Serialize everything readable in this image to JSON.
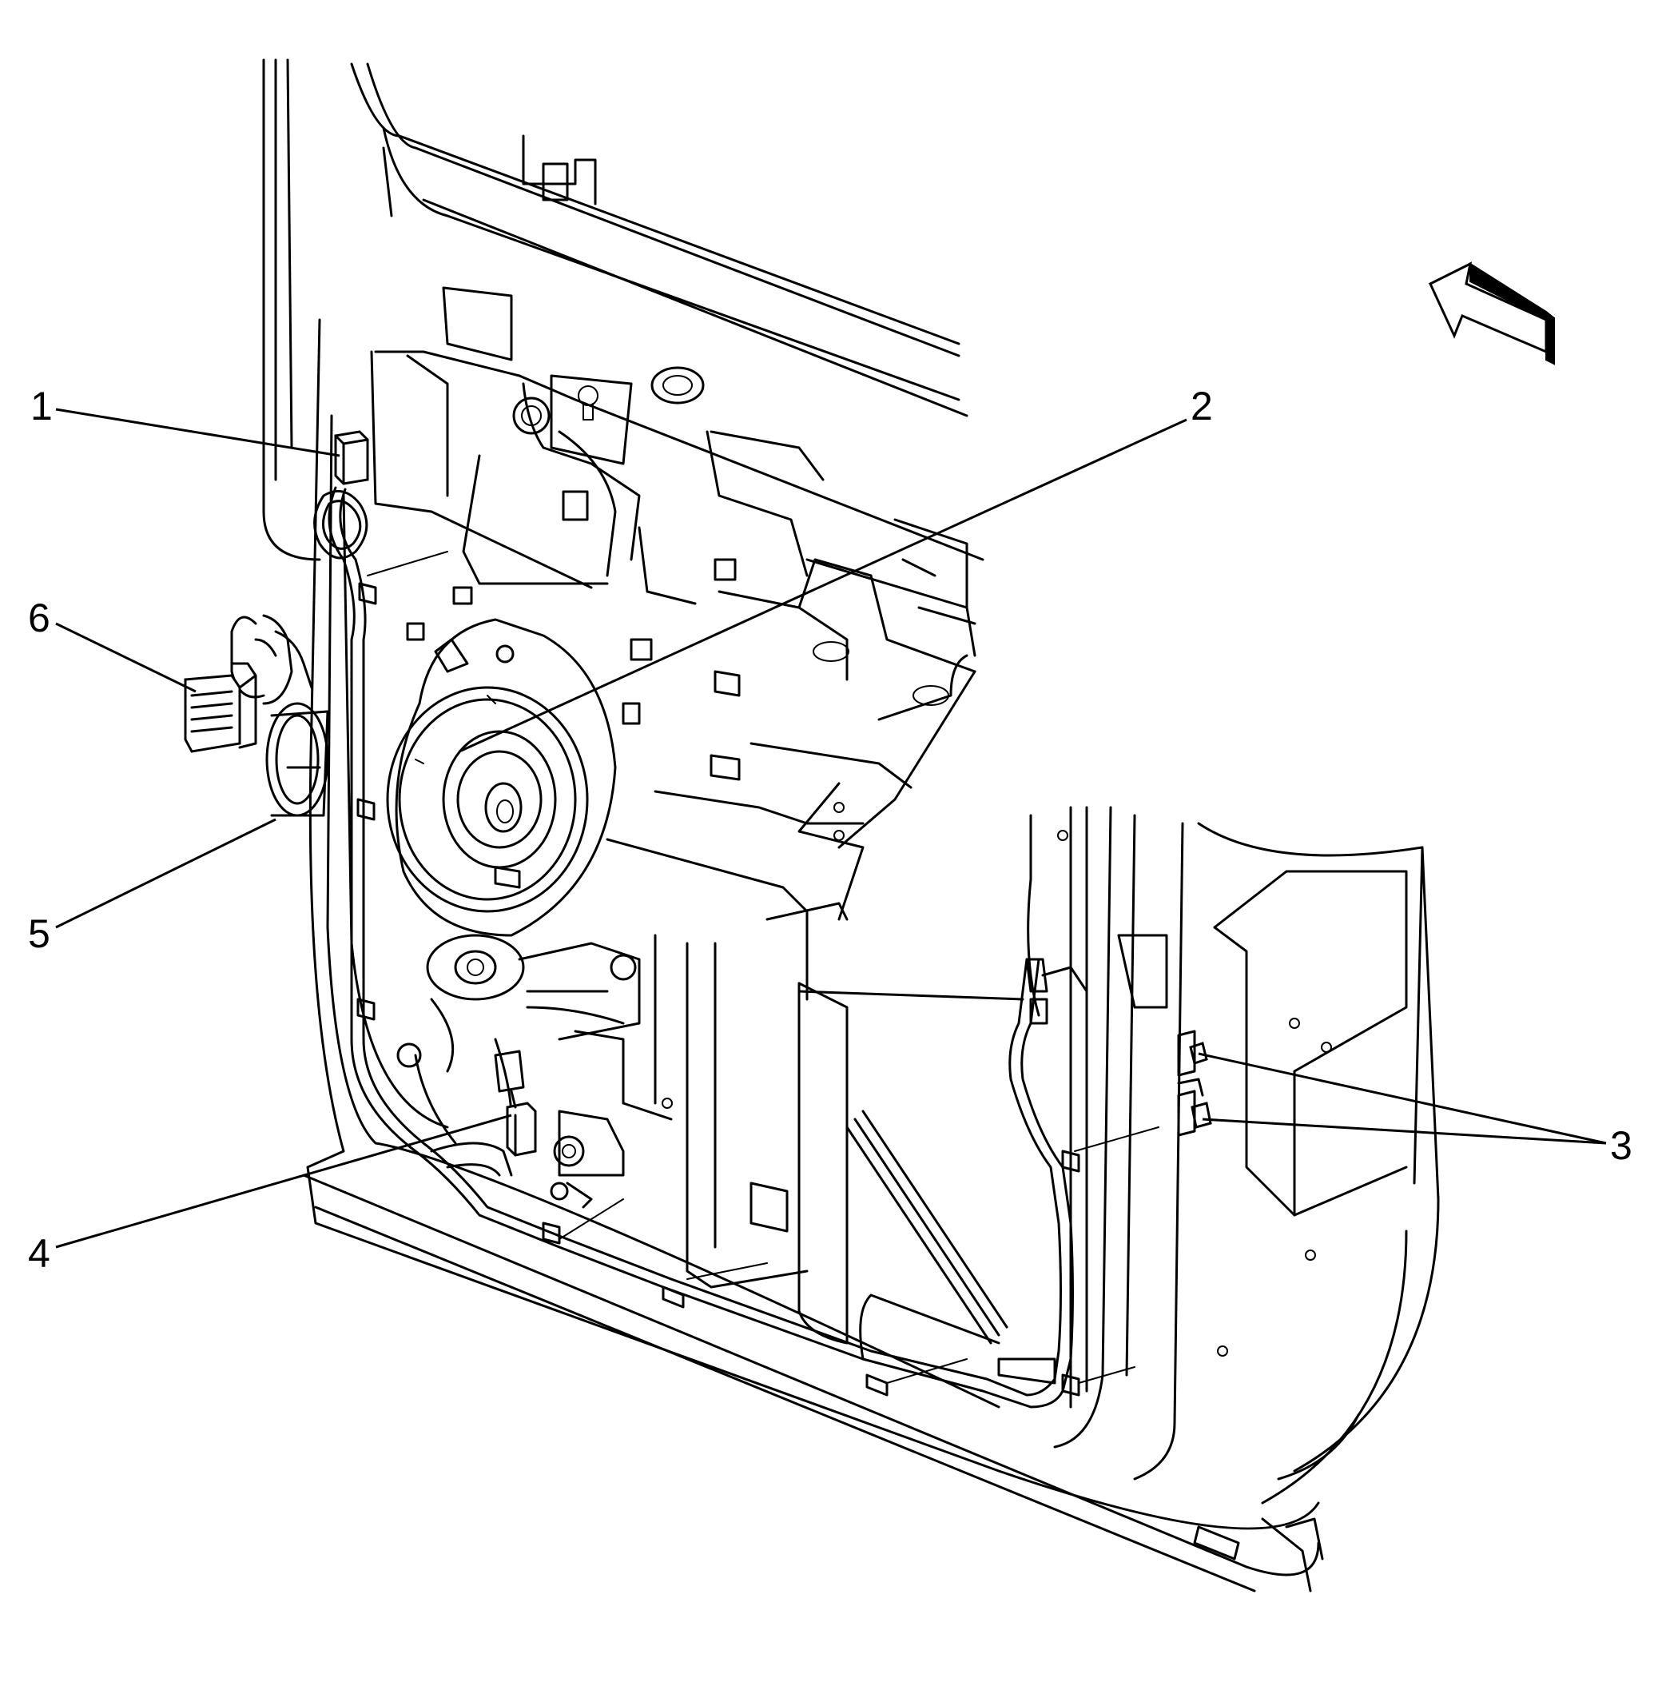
{
  "callouts": [
    {
      "id": "1",
      "label": "1"
    },
    {
      "id": "2",
      "label": "2"
    },
    {
      "id": "3",
      "label": "3"
    },
    {
      "id": "4",
      "label": "4"
    },
    {
      "id": "5",
      "label": "5"
    },
    {
      "id": "6",
      "label": "6"
    }
  ],
  "colors": {
    "line": "#000000",
    "background": "#ffffff"
  },
  "icons": {
    "view_arrow": "view-direction-arrow-icon"
  }
}
